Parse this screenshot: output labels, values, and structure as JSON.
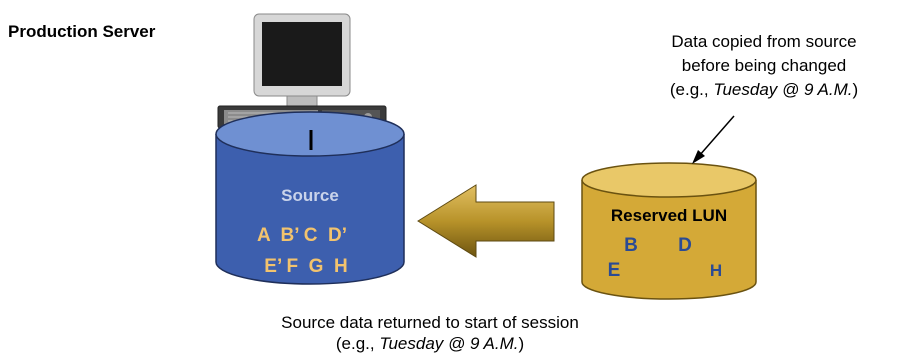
{
  "title": "Production Server",
  "colors": {
    "source_disk": "#3d5fae",
    "source_disk_top": "#6f90d2",
    "source_text": "#f2c36e",
    "source_label": "#c9d3ea",
    "reserved_disk": "#d4a937",
    "reserved_disk_top": "#e9c868",
    "reserved_label": "#000000",
    "reserved_letters": "#2b4b94",
    "arrow": "#b8932a"
  },
  "icons": [
    "computer-monitor-icon",
    "rack-server-icon",
    "disk-cylinder-icon",
    "left-arrow-icon"
  ],
  "source": {
    "label": "Source",
    "row1": "A  B’ C  D’",
    "row2": "E’ F  G  H"
  },
  "reserved": {
    "label": "Reserved LUN",
    "letters": [
      "B",
      "D",
      "E",
      "H"
    ]
  },
  "note": {
    "line1": "Data copied from source",
    "line2": "before being changed",
    "line3_prefix": "(e.g., ",
    "line3_italic": "Tuesday @ 9 A.M.",
    "line3_suffix": ")"
  },
  "caption": {
    "line1": "Source data returned to start of session",
    "line2_prefix": "(e.g., ",
    "line2_italic": "Tuesday @ 9 A.M.",
    "line2_suffix": ")"
  }
}
